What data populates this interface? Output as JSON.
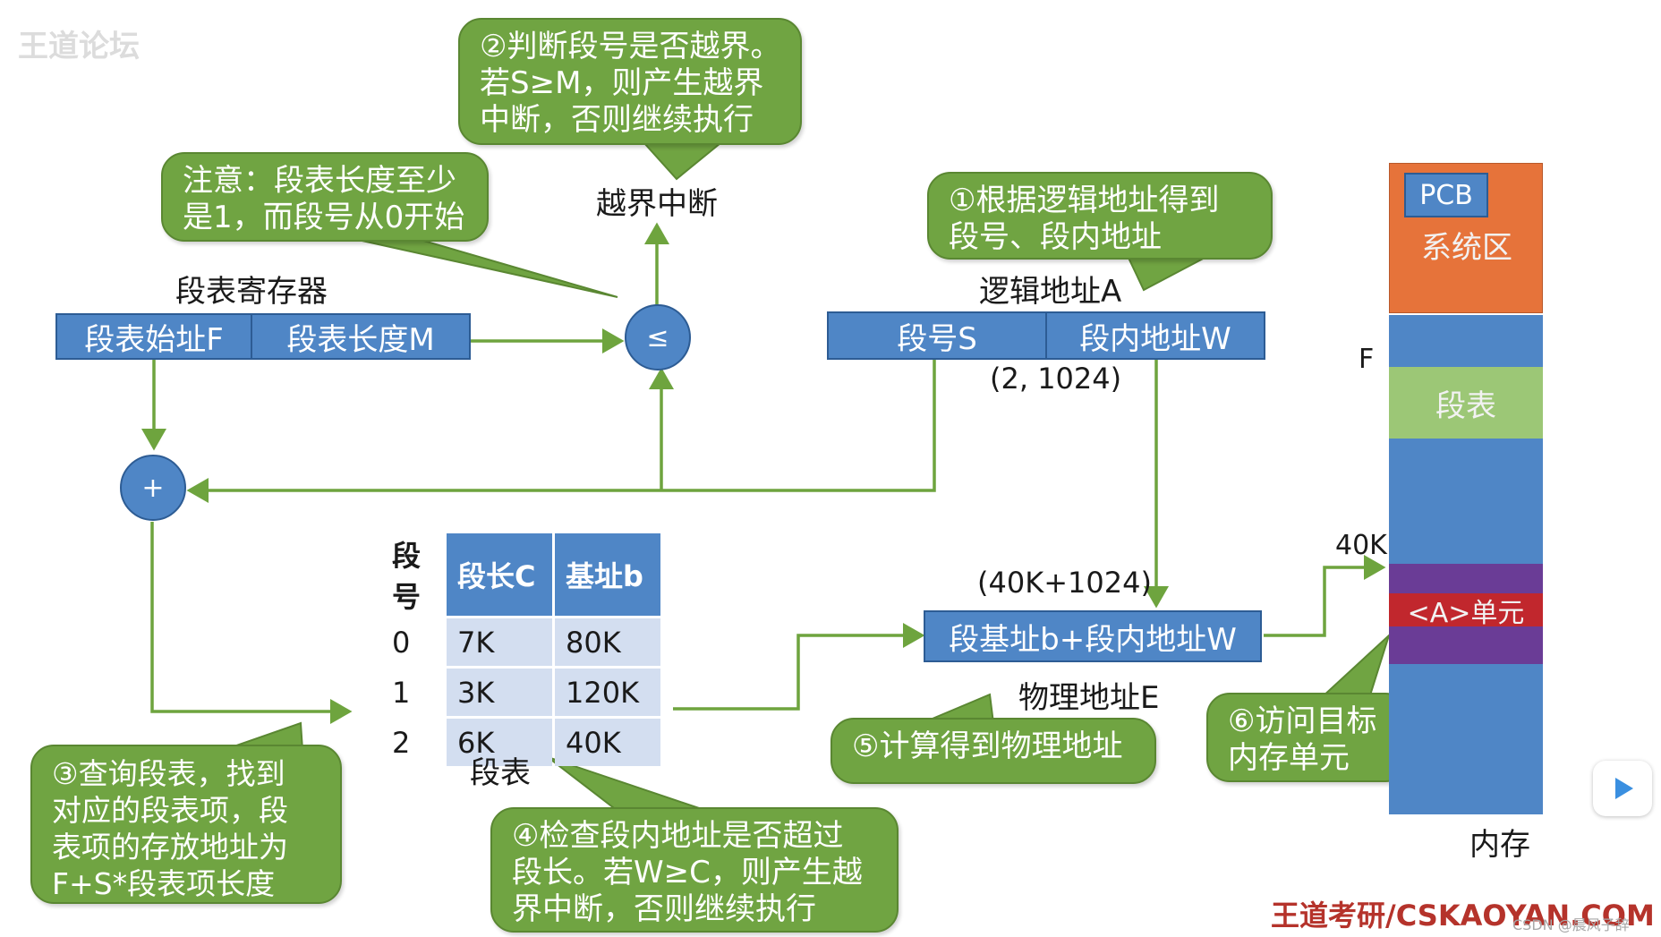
{
  "watermark_top_left": "王道论坛",
  "logo_bottom_right": "王道考研/CSKAOYAN.COM",
  "csdn_mark": "CSDN @晨风子辞",
  "segment_register": {
    "title": "段表寄存器",
    "start_address": "段表始址F",
    "length": "段表长度M"
  },
  "comparator": {
    "symbol": "≤"
  },
  "adder": {
    "symbol": "+"
  },
  "overflow_label": "越界中断",
  "logical_address": {
    "title": "逻辑地址A",
    "segment_number": "段号S",
    "offset": "段内地址W",
    "value": "(2, 1024)"
  },
  "segment_table": {
    "caption": "段表",
    "row_header": "段号",
    "columns": [
      "段长C",
      "基址b"
    ],
    "rows": [
      {
        "no": "0",
        "length": "7K",
        "base": "80K"
      },
      {
        "no": "1",
        "length": "3K",
        "base": "120K"
      },
      {
        "no": "2",
        "length": "6K",
        "base": "40K"
      }
    ]
  },
  "physical_address": {
    "formula": "段基址b+段内地址W",
    "value": "(40K+1024)",
    "title": "物理地址E"
  },
  "memory": {
    "pcb": "PCB",
    "system_area": "系统区",
    "f_marker": "F",
    "segment_table": "段表",
    "marker_40k": "40K",
    "unit": "<A>单元",
    "caption": "内存"
  },
  "callouts": {
    "step1": [
      "①根据逻辑地址得到",
      "段号、段内地址"
    ],
    "step2": [
      "②判断段号是否越界。",
      "若S≥M，则产生越界",
      "中断，否则继续执行"
    ],
    "note": [
      "注意：段表长度至少",
      "是1，而段号从0开始"
    ],
    "step3": [
      "③查询段表，找到",
      "对应的段表项，段",
      "表项的存放地址为",
      "F+S*段表项长度"
    ],
    "step4": [
      "④检查段内地址是否超过",
      "段长。若W≥C，则产生越",
      "界中断，否则继续执行"
    ],
    "step5": [
      "⑤计算得到物理地址"
    ],
    "step6": [
      "⑥访问目标",
      "内存单元"
    ]
  },
  "colors": {
    "bubble_green": "#70a442",
    "box_blue": "#4f86c6",
    "arrow_green": "#6ea43e",
    "system_orange": "#e6733a",
    "segment_table_green": "#9cc776",
    "purple": "#6a3c96",
    "red": "#c1272d"
  }
}
